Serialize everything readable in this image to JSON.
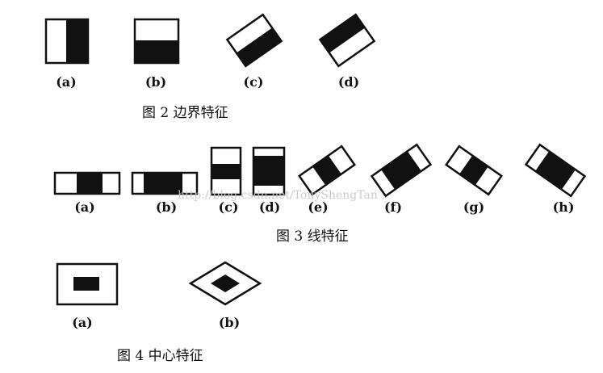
{
  "top_fragment": "",
  "edge_features": {
    "caption": "图 2 边界特征",
    "labels": [
      "(a)",
      "(b)",
      "(c)",
      "(d)"
    ]
  },
  "line_features": {
    "caption": "图 3 线特征",
    "labels": [
      "(a)",
      "(b)",
      "(c)",
      "(d)",
      "(e)",
      "(f)",
      "(g)",
      "(h)"
    ]
  },
  "center_features": {
    "caption": "图 4 中心特征",
    "labels": [
      "(a)",
      "(b)"
    ]
  },
  "watermark": "http://blog.csdn.net/TonyShengTan",
  "colors": {
    "black": "#111111",
    "white": "#ffffff",
    "watermark": "#c8c8c8",
    "top_fragment": "#b93030"
  }
}
